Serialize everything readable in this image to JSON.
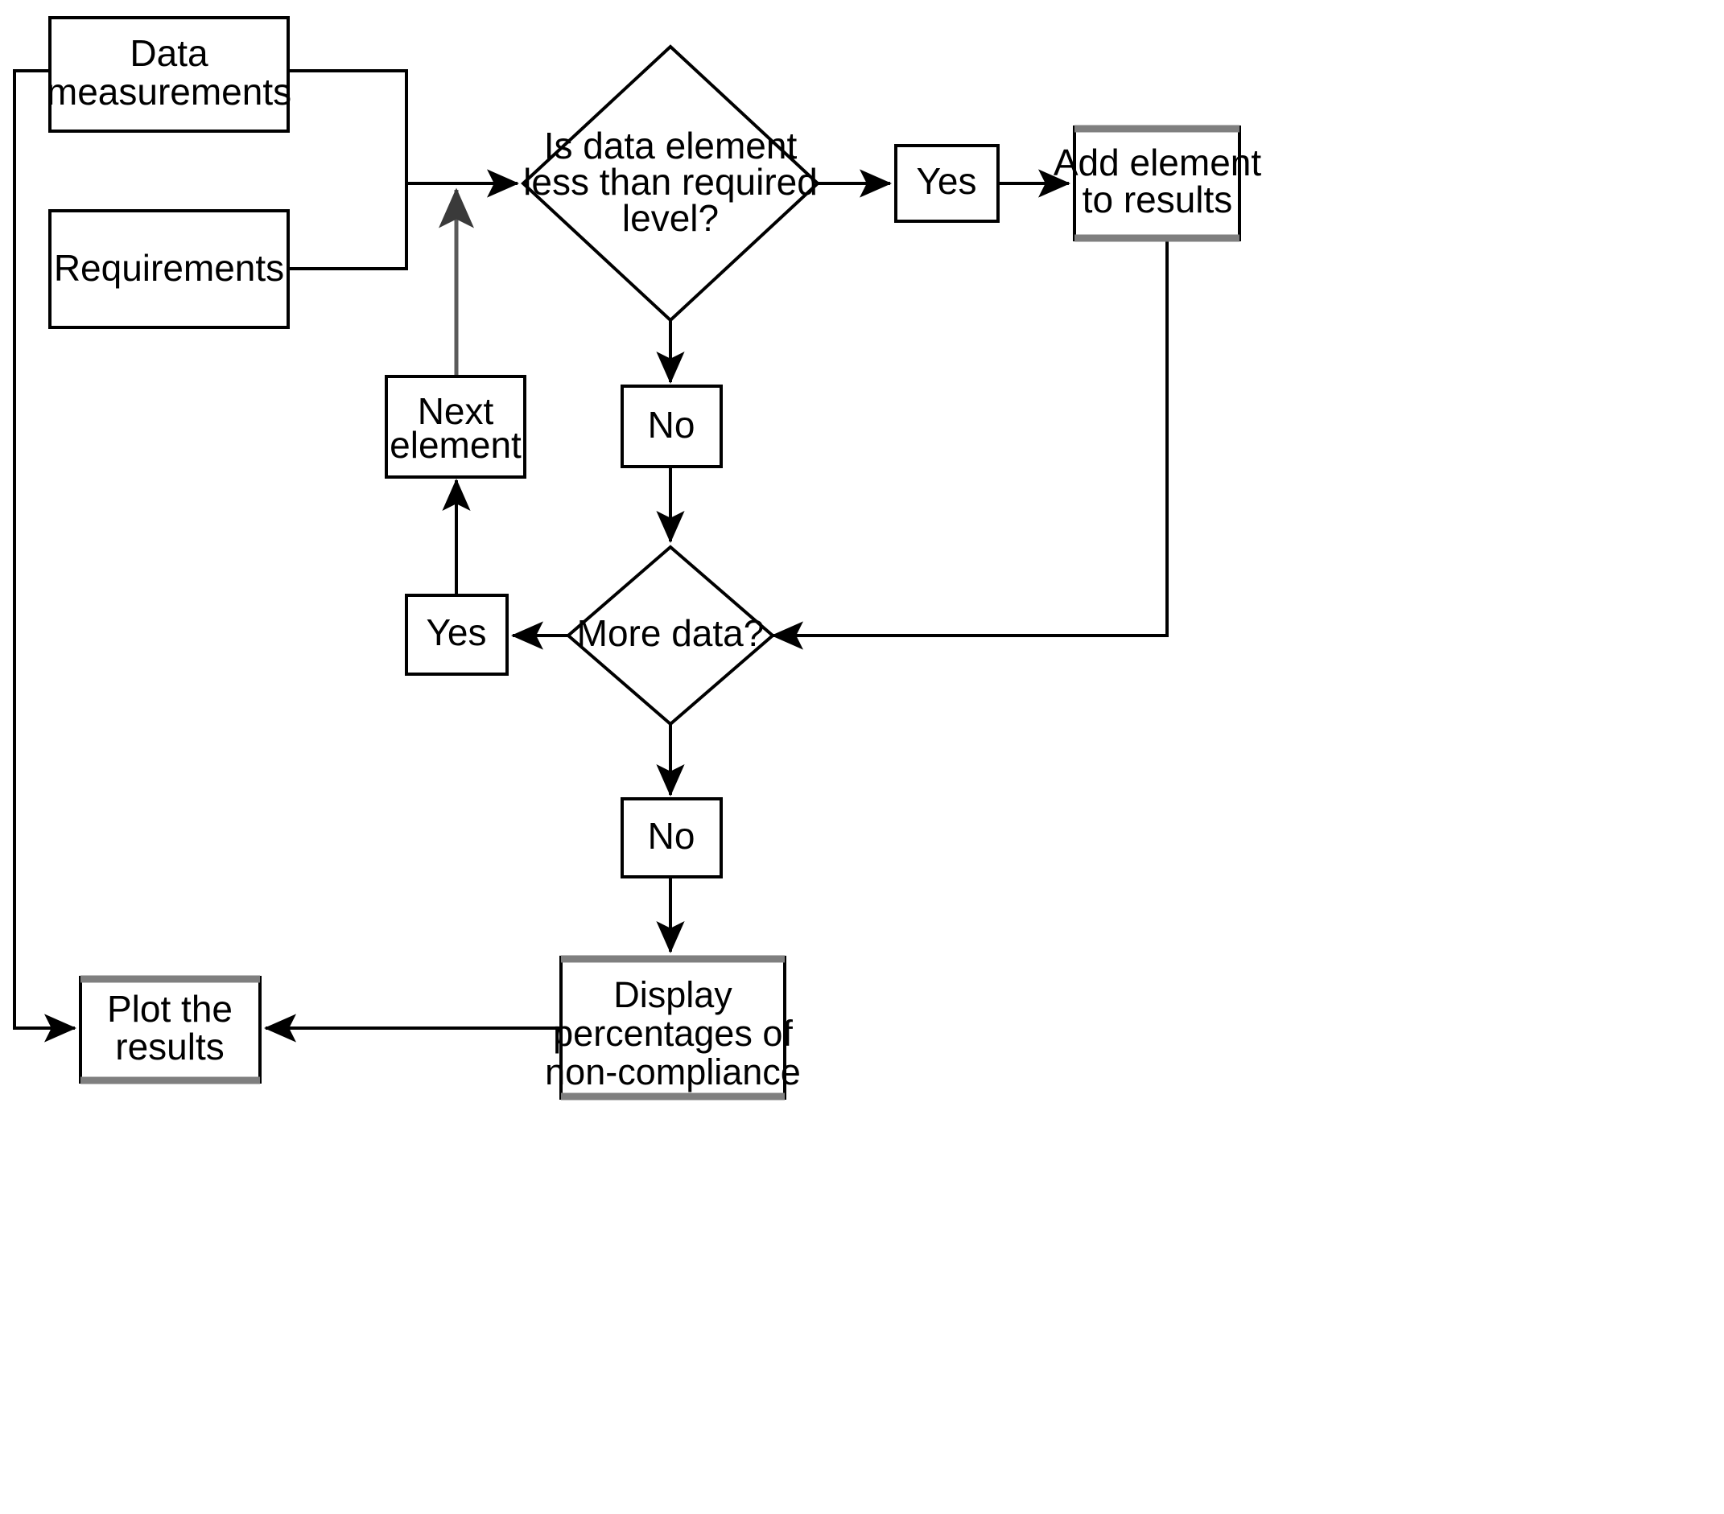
{
  "diagram": {
    "type": "flowchart",
    "title": "Data compliance checking flowchart",
    "background_color": "#ffffff",
    "line_color": "#000000",
    "shadow_color": "#7f7f7f",
    "nodes": {
      "data_measurements": {
        "label_line1": "Data",
        "label_line2": "measurements",
        "shape": "rectangle"
      },
      "requirements": {
        "label": "Requirements",
        "shape": "rectangle"
      },
      "decision_level": {
        "label_line1": "Is data element",
        "label_line2": "less than required",
        "label_line3": "level?",
        "shape": "diamond"
      },
      "yes_upper": {
        "label": "Yes",
        "shape": "rectangle"
      },
      "add_element": {
        "label_line1": "Add element",
        "label_line2": "to results",
        "shape": "rectangle-shadow"
      },
      "next_element": {
        "label_line1": "Next",
        "label_line2": "element",
        "shape": "rectangle"
      },
      "no_upper": {
        "label": "No",
        "shape": "rectangle"
      },
      "decision_more": {
        "label": "More data?",
        "shape": "diamond"
      },
      "yes_lower": {
        "label": "Yes",
        "shape": "rectangle"
      },
      "no_lower": {
        "label": "No",
        "shape": "rectangle"
      },
      "display_percentages": {
        "label_line1": "Display",
        "label_line2": "percentages of",
        "label_line3": "non-compliance",
        "shape": "rectangle"
      },
      "plot_results": {
        "label_line1": "Plot the",
        "label_line2": "results",
        "shape": "rectangle-shadow"
      }
    },
    "edges": [
      {
        "from": "data_measurements",
        "to": "decision_level",
        "label": ""
      },
      {
        "from": "requirements",
        "to": "decision_level",
        "label": ""
      },
      {
        "from": "decision_level",
        "to": "yes_upper",
        "label": ""
      },
      {
        "from": "yes_upper",
        "to": "add_element",
        "label": ""
      },
      {
        "from": "decision_level",
        "to": "no_upper",
        "label": ""
      },
      {
        "from": "no_upper",
        "to": "decision_more",
        "label": ""
      },
      {
        "from": "add_element",
        "to": "decision_more",
        "label": ""
      },
      {
        "from": "decision_more",
        "to": "yes_lower",
        "label": ""
      },
      {
        "from": "yes_lower",
        "to": "next_element",
        "label": ""
      },
      {
        "from": "next_element",
        "to": "decision_level",
        "label": ""
      },
      {
        "from": "decision_more",
        "to": "no_lower",
        "label": ""
      },
      {
        "from": "no_lower",
        "to": "display_percentages",
        "label": ""
      },
      {
        "from": "display_percentages",
        "to": "plot_results",
        "label": ""
      },
      {
        "from": "data_measurements",
        "to": "plot_results",
        "label": ""
      }
    ]
  }
}
